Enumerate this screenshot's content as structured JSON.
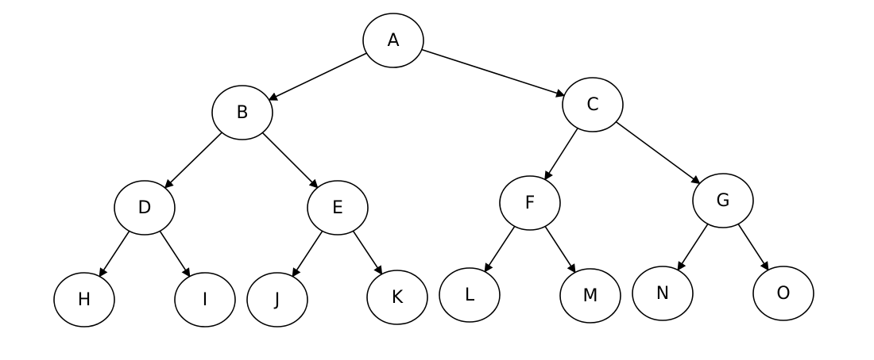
{
  "diagram": {
    "type": "binary-tree",
    "nodes": [
      {
        "id": "A",
        "label": "A"
      },
      {
        "id": "B",
        "label": "B"
      },
      {
        "id": "C",
        "label": "C"
      },
      {
        "id": "D",
        "label": "D"
      },
      {
        "id": "E",
        "label": "E"
      },
      {
        "id": "F",
        "label": "F"
      },
      {
        "id": "G",
        "label": "G"
      },
      {
        "id": "H",
        "label": "H"
      },
      {
        "id": "I",
        "label": "I"
      },
      {
        "id": "J",
        "label": "J"
      },
      {
        "id": "K",
        "label": "K"
      },
      {
        "id": "L",
        "label": "L"
      },
      {
        "id": "M",
        "label": "M"
      },
      {
        "id": "N",
        "label": "N"
      },
      {
        "id": "O",
        "label": "O"
      }
    ],
    "edges": [
      {
        "from": "A",
        "to": "B"
      },
      {
        "from": "A",
        "to": "C"
      },
      {
        "from": "B",
        "to": "D"
      },
      {
        "from": "B",
        "to": "E"
      },
      {
        "from": "C",
        "to": "F"
      },
      {
        "from": "C",
        "to": "G"
      },
      {
        "from": "D",
        "to": "H"
      },
      {
        "from": "D",
        "to": "I"
      },
      {
        "from": "E",
        "to": "J"
      },
      {
        "from": "E",
        "to": "K"
      },
      {
        "from": "F",
        "to": "L"
      },
      {
        "from": "F",
        "to": "M"
      },
      {
        "from": "G",
        "to": "N"
      },
      {
        "from": "G",
        "to": "O"
      }
    ],
    "colors": {
      "stroke": "#000000",
      "fill": "#ffffff",
      "text": "#000000"
    }
  }
}
